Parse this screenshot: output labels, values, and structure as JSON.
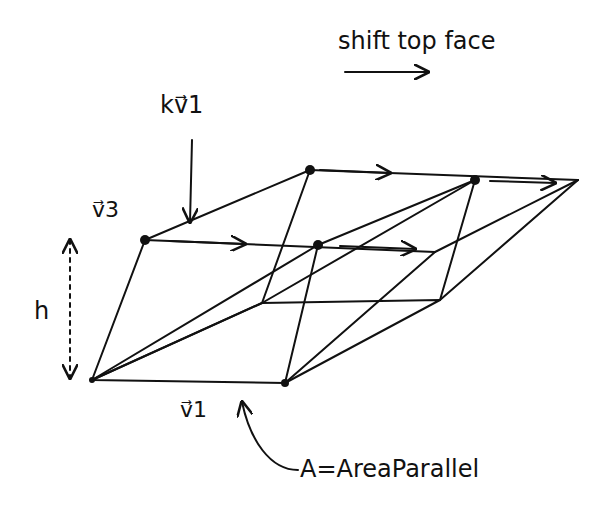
{
  "diagram": {
    "labels": [
      "shift top face",
      "kv⃗1",
      "v⃗3",
      "h",
      "v⃗1",
      "A=AreaParallel"
    ]
  }
}
